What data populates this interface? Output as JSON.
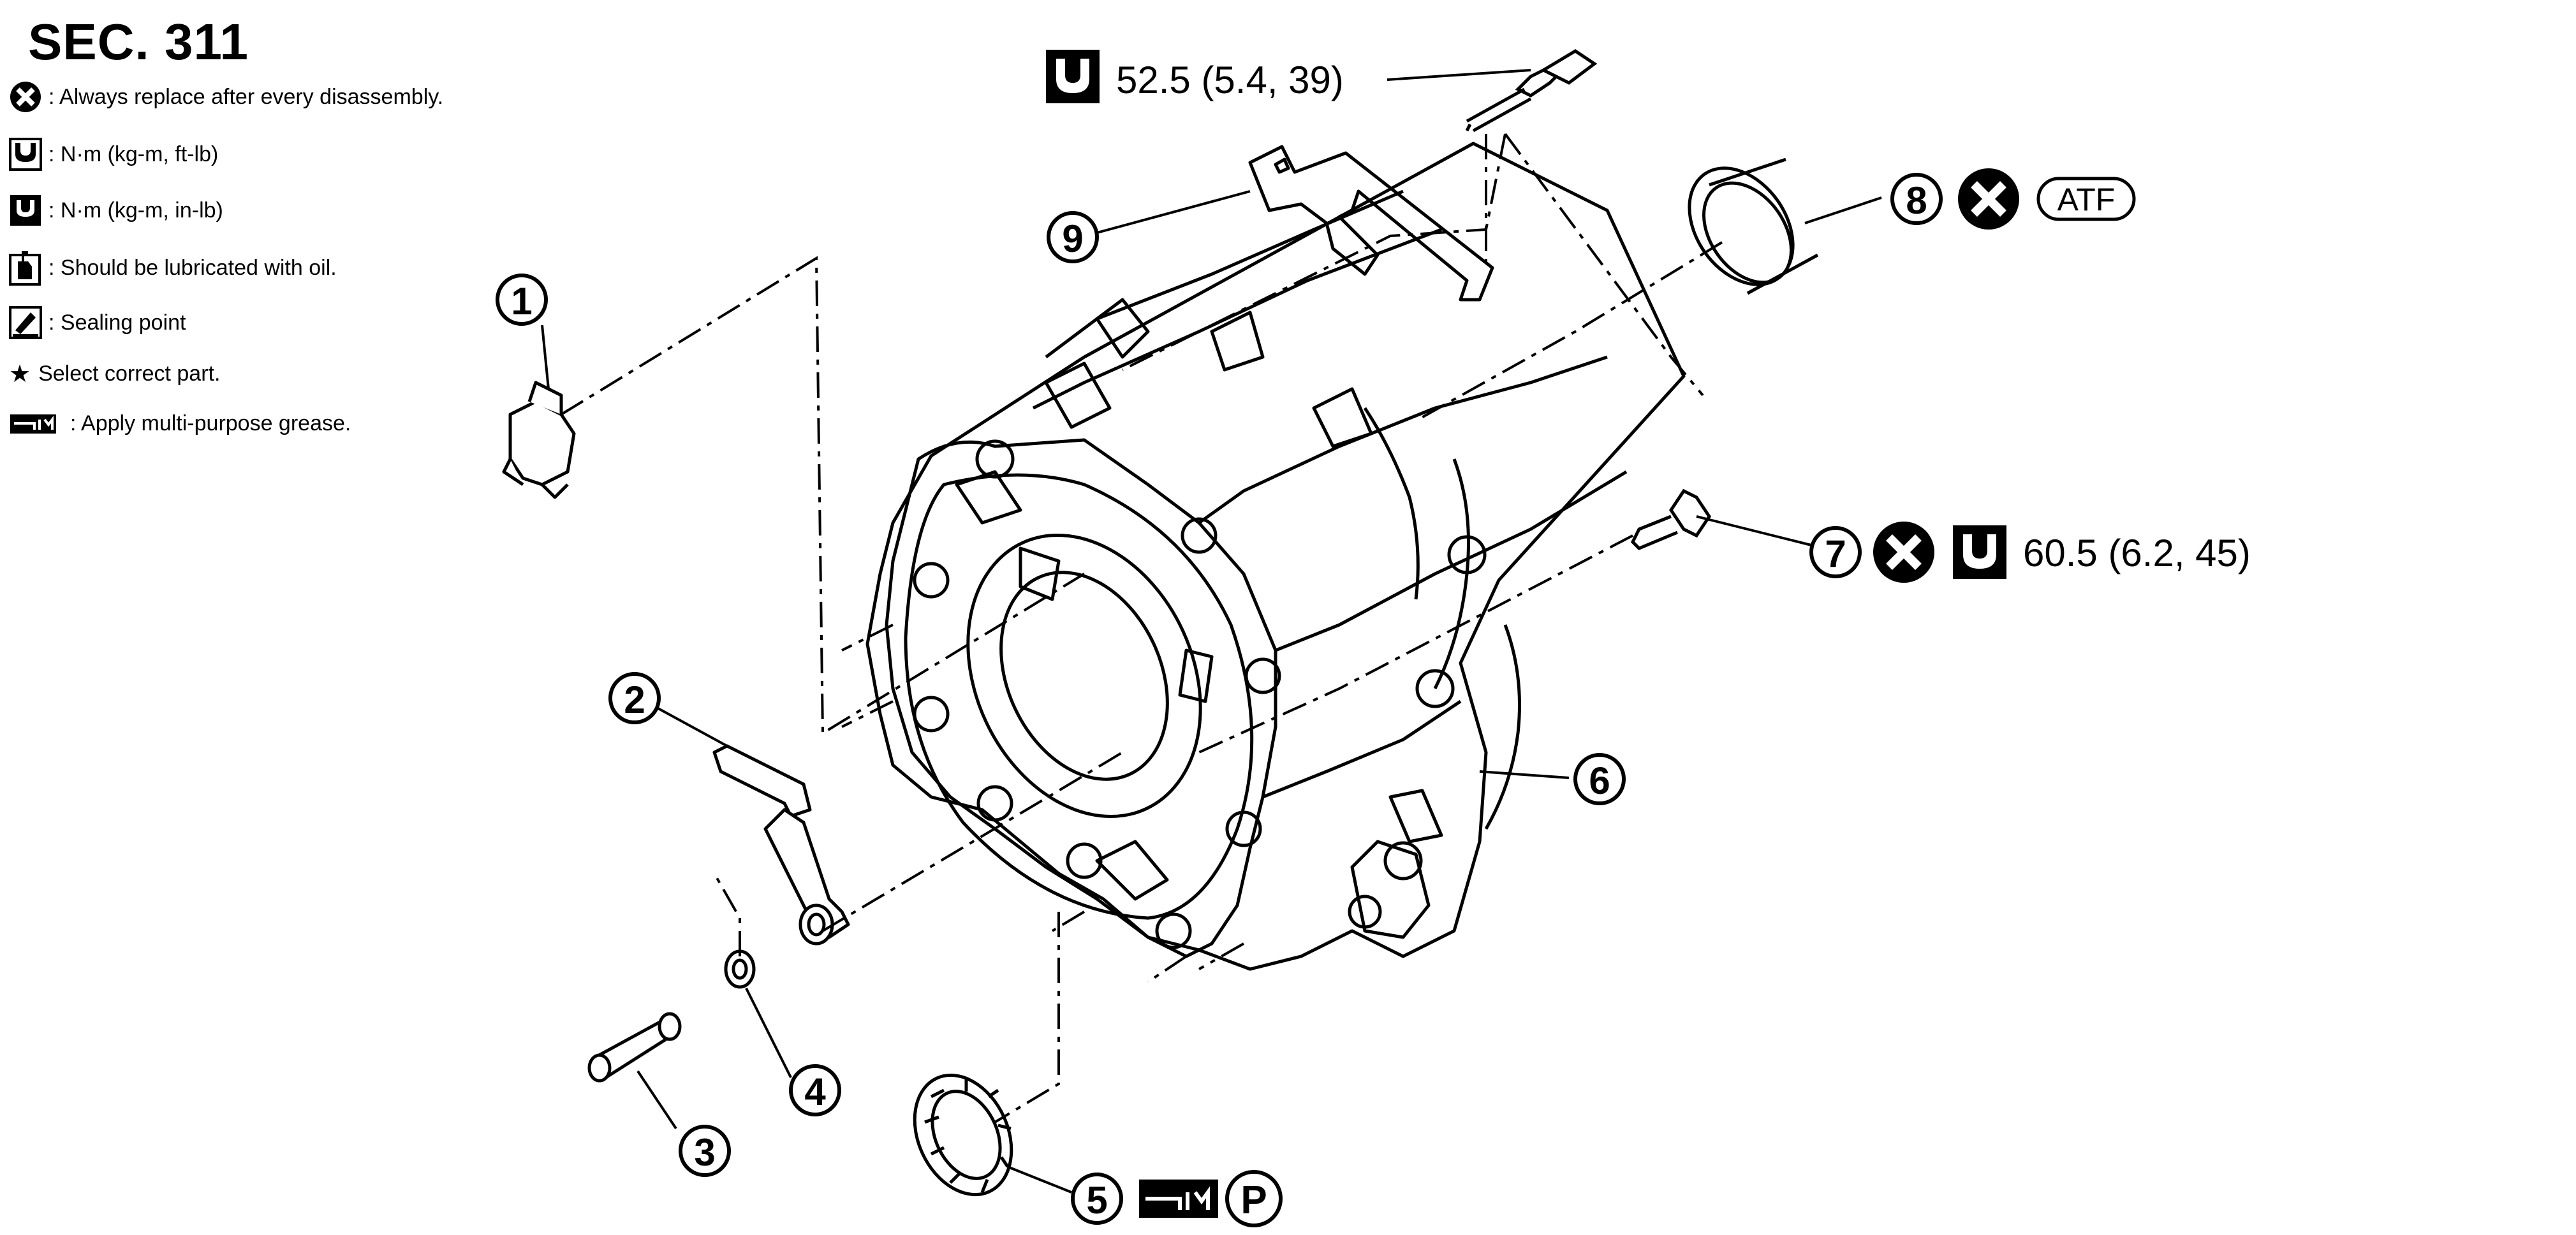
{
  "section": "SEC. 311",
  "legend": [
    {
      "icon": "replace-x-icon",
      "text": ": Always replace after every disassembly."
    },
    {
      "icon": "torque-wrench-icon",
      "text": ": N·m (kg-m, ft-lb)"
    },
    {
      "icon": "torque-wrench-small-icon",
      "text": ": N·m (kg-m, in-lb)"
    },
    {
      "icon": "oil-can-icon",
      "text": ": Should be lubricated with oil."
    },
    {
      "icon": "sealing-point-icon",
      "text": ": Sealing point"
    },
    {
      "icon": "star-icon",
      "text": "Select correct part."
    },
    {
      "icon": "grease-icon",
      "text": ": Apply multi-purpose grease."
    }
  ],
  "callouts": {
    "c1": "1",
    "c2": "2",
    "c3": "3",
    "c4": "4",
    "c5": "5",
    "c6": "6",
    "c7": "7",
    "c8": "8",
    "c9": "9"
  },
  "torque": {
    "bolt_top": "52.5 (5.4, 39)",
    "bolt_side": "60.5 (6.2, 45)"
  },
  "fluid_label": "ATF",
  "grease_type": "P"
}
